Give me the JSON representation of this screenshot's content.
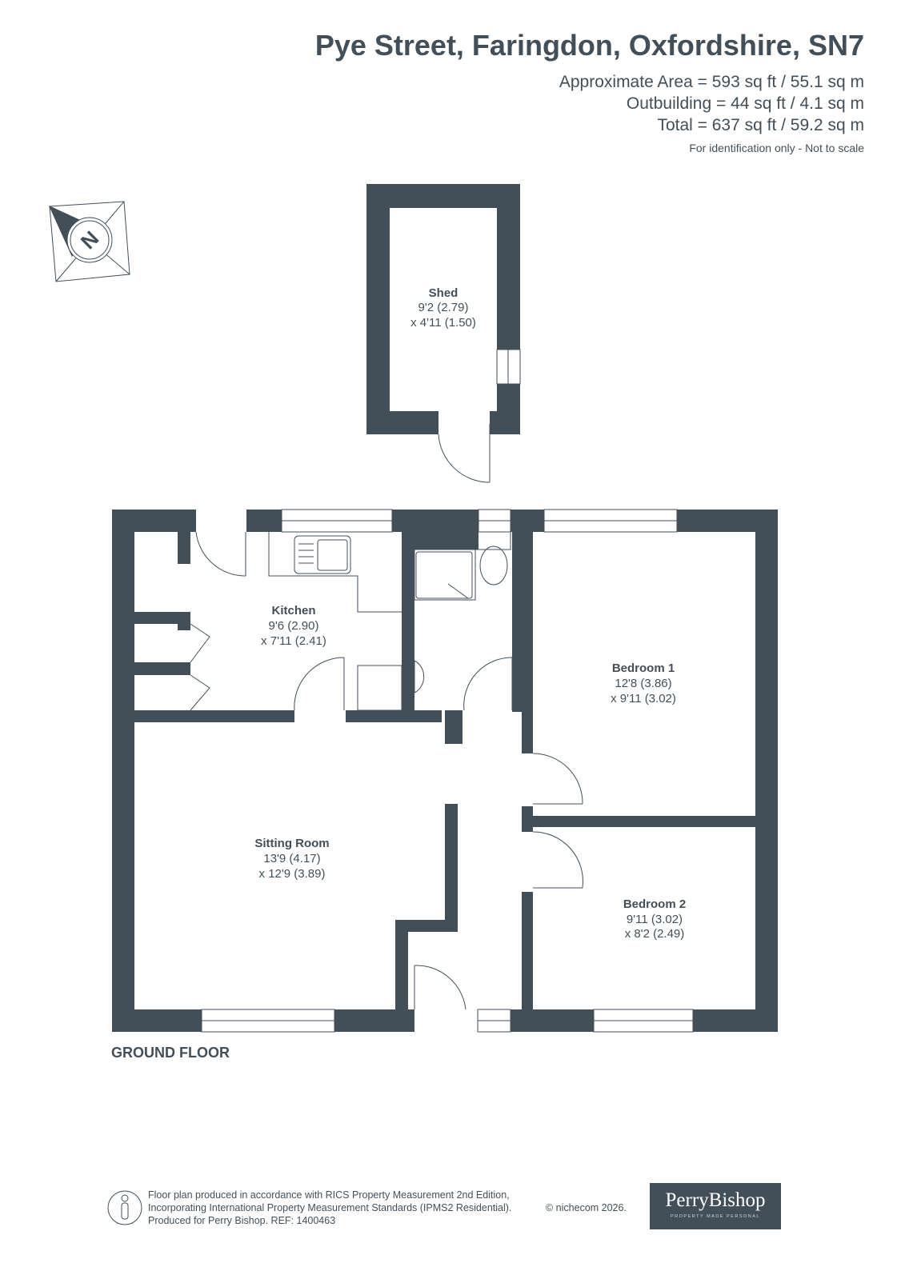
{
  "header": {
    "title": "Pye Street, Faringdon, Oxfordshire, SN7",
    "areas": [
      "Approximate Area = 593 sq ft / 55.1 sq m",
      "Outbuilding = 44 sq ft / 4.1 sq m",
      "Total = 637 sq ft / 59.2 sq m"
    ],
    "note": "For identification only - Not to scale"
  },
  "compass": {
    "label": "N",
    "icon": "compass-icon"
  },
  "rooms": [
    {
      "name": "Shed",
      "dims": [
        "9'2 (2.79)",
        "x 4'11 (1.50)"
      ]
    },
    {
      "name": "Kitchen",
      "dims": [
        "9'6 (2.90)",
        "x 7'11 (2.41)"
      ]
    },
    {
      "name": "Bedroom 1",
      "dims": [
        "12'8 (3.86)",
        "x 9'11 (3.02)"
      ]
    },
    {
      "name": "Sitting Room",
      "dims": [
        "13'9 (4.17)",
        "x 12'9 (3.89)"
      ]
    },
    {
      "name": "Bedroom 2",
      "dims": [
        "9'11 (3.02)",
        "x 8'2 (2.49)"
      ]
    }
  ],
  "floor_label": "GROUND FLOOR",
  "footer": {
    "lines": [
      "Floor plan produced in accordance with RICS Property Measurement 2nd Edition,",
      "Incorporating International Property Measurement Standards (IPMS2 Residential).",
      "Produced for Perry Bishop.   REF: 1400463"
    ],
    "copyright": "© nichecom 2026."
  },
  "logo": {
    "name": "PerryBishop",
    "tagline": "PROPERTY MADE PERSONAL"
  },
  "colors": {
    "wall": "#434f58",
    "background": "#ffffff"
  }
}
